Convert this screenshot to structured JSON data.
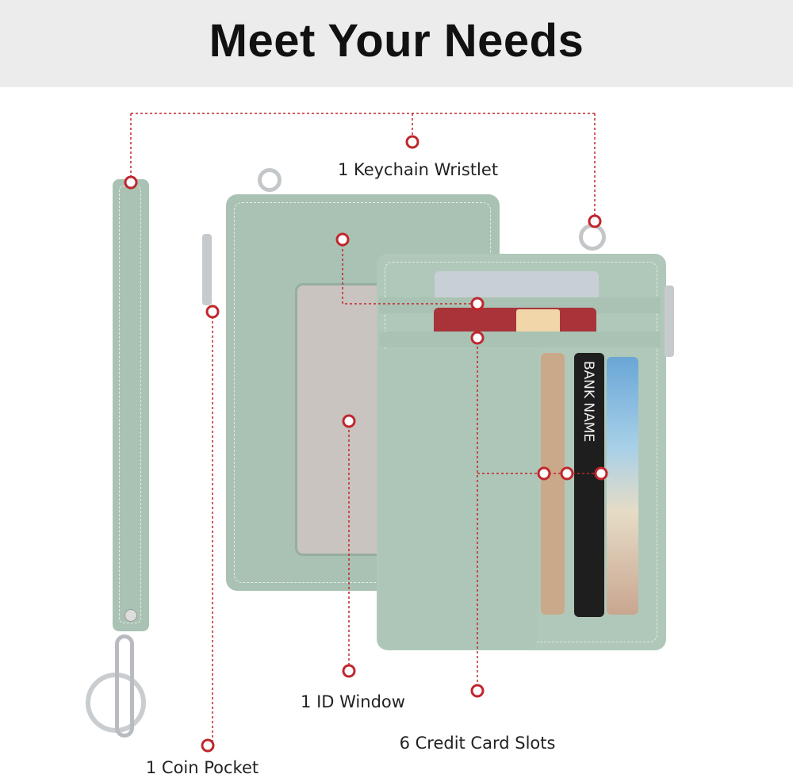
{
  "header": {
    "title": "Meet Your Needs"
  },
  "labels": {
    "wristlet": "1 Keychain Wristlet",
    "id_window": "1 ID Window",
    "card_slots": "6 Credit Card Slots",
    "coin_pocket": "1 Coin Pocket"
  },
  "cards": {
    "black_card_text": "BANK NAME"
  },
  "colors": {
    "accent": "#c0262d",
    "wallet": "#a9c2b3",
    "header_bg": "#ececec"
  }
}
